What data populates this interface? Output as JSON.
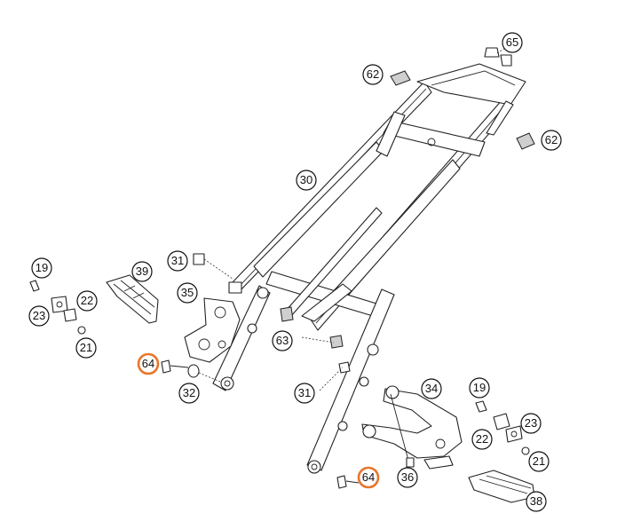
{
  "diagram": {
    "callouts": [
      {
        "id": "c65",
        "label": "65",
        "highlight": false
      },
      {
        "id": "c62a",
        "label": "62",
        "highlight": false
      },
      {
        "id": "c62b",
        "label": "62",
        "highlight": false
      },
      {
        "id": "c30",
        "label": "30",
        "highlight": false
      },
      {
        "id": "c31a",
        "label": "31",
        "highlight": false
      },
      {
        "id": "c19a",
        "label": "19",
        "highlight": false
      },
      {
        "id": "c39",
        "label": "39",
        "highlight": false
      },
      {
        "id": "c35",
        "label": "35",
        "highlight": false
      },
      {
        "id": "c22a",
        "label": "22",
        "highlight": false
      },
      {
        "id": "c23a",
        "label": "23",
        "highlight": false
      },
      {
        "id": "c21a",
        "label": "21",
        "highlight": false
      },
      {
        "id": "c63",
        "label": "63",
        "highlight": false
      },
      {
        "id": "c64a",
        "label": "64",
        "highlight": true
      },
      {
        "id": "c32",
        "label": "32",
        "highlight": false
      },
      {
        "id": "c31b",
        "label": "31",
        "highlight": false
      },
      {
        "id": "c34",
        "label": "34",
        "highlight": false
      },
      {
        "id": "c19b",
        "label": "19",
        "highlight": false
      },
      {
        "id": "c23b",
        "label": "23",
        "highlight": false
      },
      {
        "id": "c22b",
        "label": "22",
        "highlight": false
      },
      {
        "id": "c21b",
        "label": "21",
        "highlight": false
      },
      {
        "id": "c64b",
        "label": "64",
        "highlight": true
      },
      {
        "id": "c36",
        "label": "36",
        "highlight": false
      },
      {
        "id": "c38",
        "label": "38",
        "highlight": false
      }
    ],
    "colors": {
      "highlight": "#e8752a",
      "line": "#222222",
      "text": "#111111"
    }
  }
}
